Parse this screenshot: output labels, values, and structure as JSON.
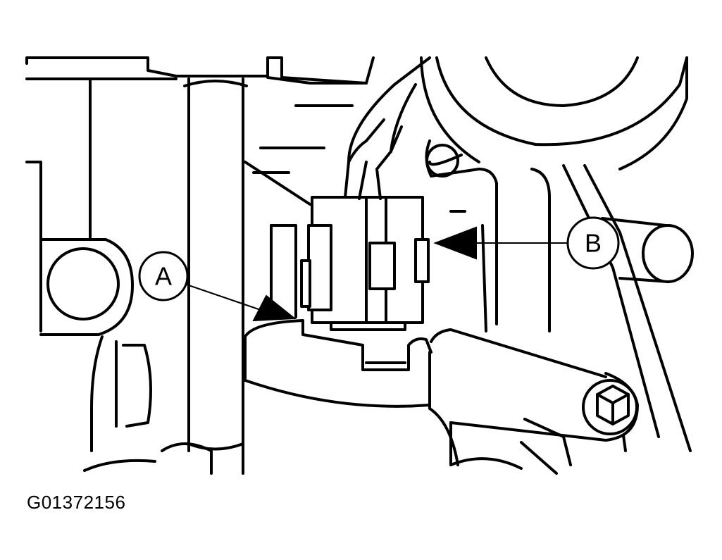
{
  "figure": {
    "id_label": "G01372156"
  },
  "callouts": [
    {
      "label": "A",
      "target": "connector-lock-tab"
    },
    {
      "label": "B",
      "target": "connector-release-tab"
    }
  ],
  "colors": {
    "line": "#000000",
    "background": "#ffffff"
  }
}
